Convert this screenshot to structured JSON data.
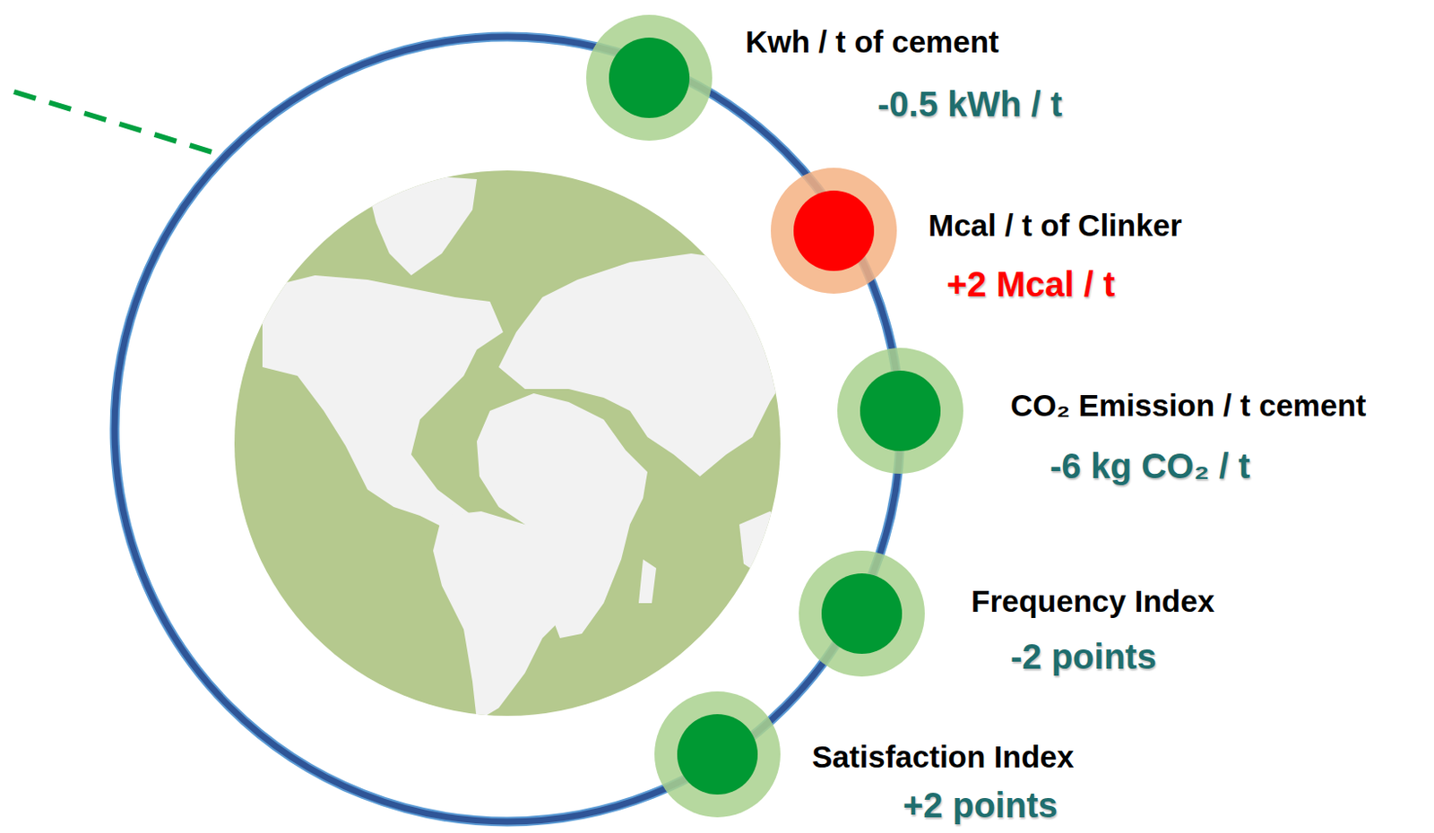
{
  "diagram": {
    "nodes": [
      {
        "text": [
          "Kwh / t of cement",
          "-0.5 kWh / t"
        ]
      },
      {
        "text": [
          "Mcal / t of Clinker",
          "+2 Mcal / t"
        ]
      },
      {
        "text": [
          "CO₂ Emission / t cement",
          "-6 kg CO₂ / t"
        ]
      },
      {
        "text": [
          "Frequency Index",
          "-2 points"
        ]
      },
      {
        "text": [
          "Satisfaction Index",
          "+2 points"
        ]
      }
    ]
  }
}
